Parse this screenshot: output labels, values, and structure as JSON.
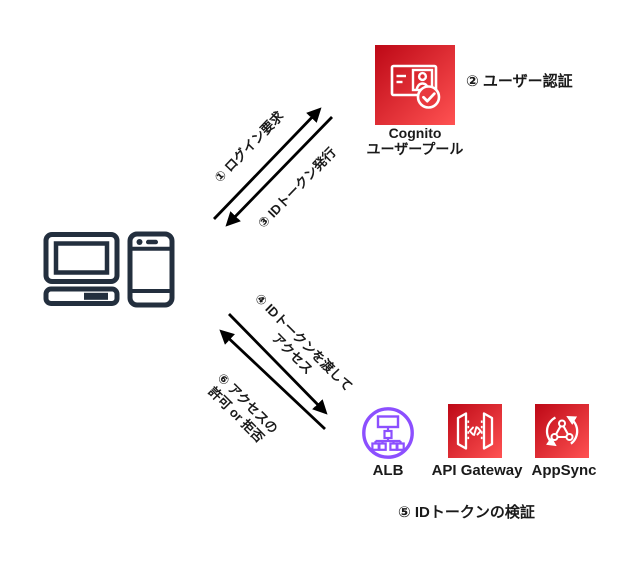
{
  "diagram": {
    "colors": {
      "aws_red_dark": "#BD0816",
      "aws_red_light": "#FF5252",
      "aws_purple": "#8C4FFF",
      "client_navy": "#232F3E",
      "arrow_black": "#000000"
    },
    "client": {
      "icons": [
        "desktop-computer-icon",
        "smartphone-icon"
      ]
    },
    "flow_labels": {
      "step1": "① ログイン要求",
      "step2": "② ユーザー認証",
      "step3": "③ IDトークン発行",
      "step4": {
        "line1": "④ IDトークンを渡して",
        "line2": "アクセス"
      },
      "step5": "⑤ IDトークンの検証",
      "step6": {
        "line1": "⑥ アクセスの",
        "line2": "許可 or 拒否"
      }
    },
    "nodes": {
      "cognito": {
        "icon": "cognito-user-pool-icon",
        "label": {
          "line1": "Cognito",
          "line2": "ユーザープール"
        }
      },
      "alb": {
        "icon": "alb-icon",
        "label": "ALB"
      },
      "api_gateway": {
        "icon": "api-gateway-icon",
        "label": "API Gateway"
      },
      "appsync": {
        "icon": "appsync-icon",
        "label": "AppSync"
      }
    }
  }
}
